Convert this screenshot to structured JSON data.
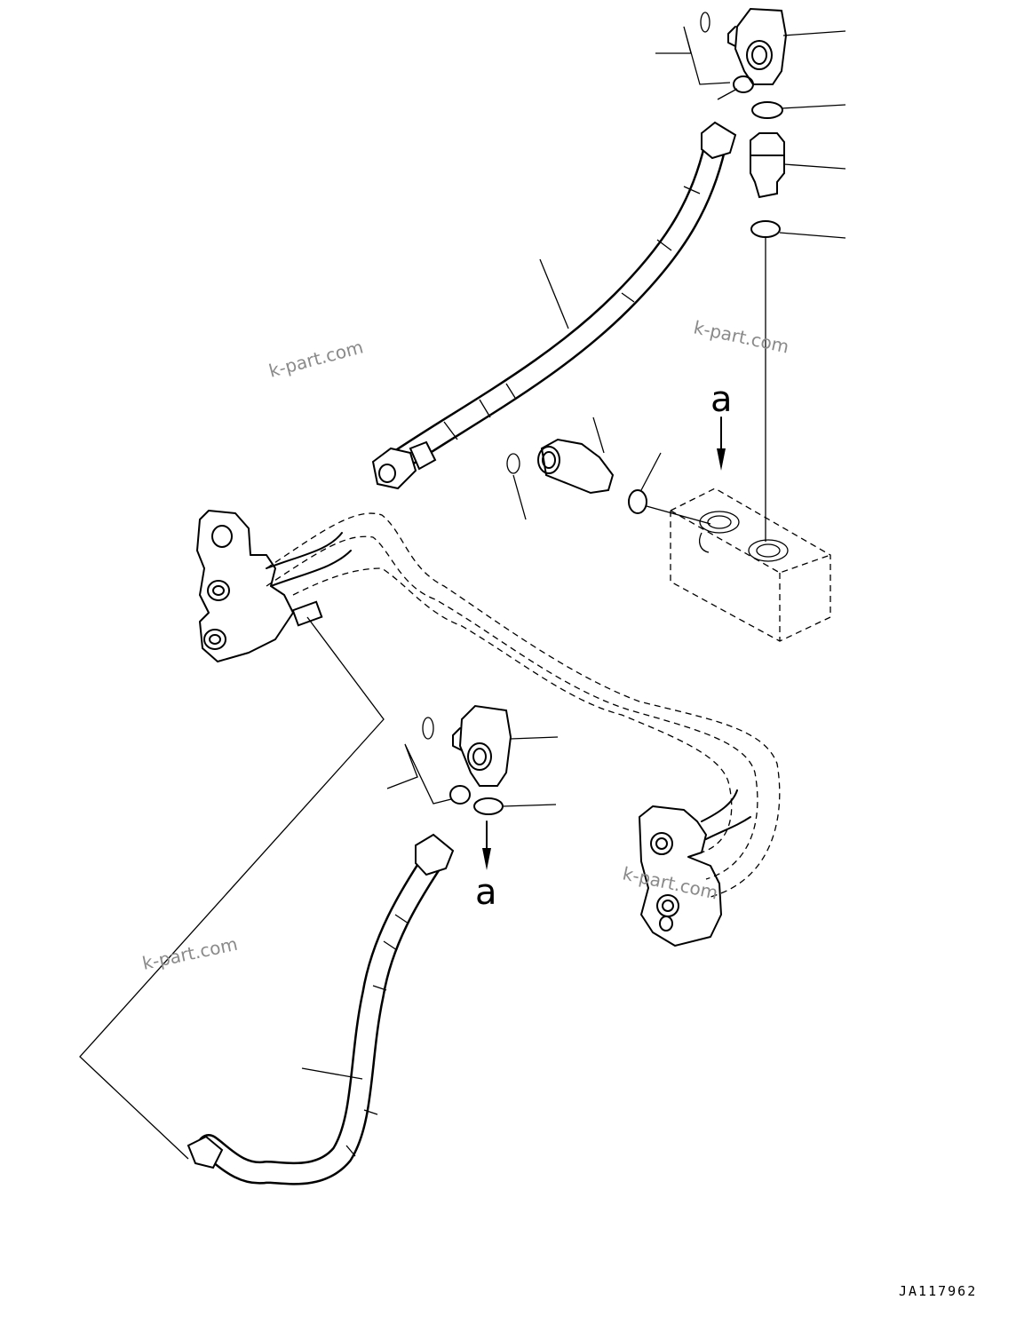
{
  "diagram": {
    "view_labels": {
      "upper_a": "a",
      "lower_a": "a"
    },
    "watermarks": [
      "k-part.com",
      "k-part.com",
      "k-part.com",
      "k-part.com"
    ],
    "drawing_code": "JA117962"
  }
}
